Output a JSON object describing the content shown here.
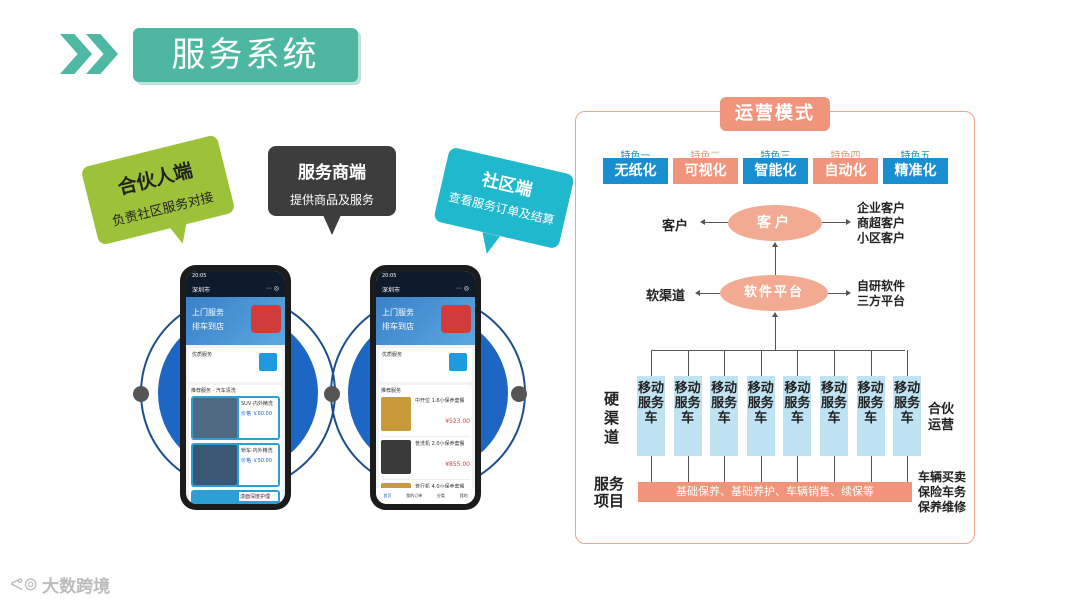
{
  "header": {
    "title": "服务系统"
  },
  "bubbles": {
    "partner": {
      "title": "合伙人端",
      "desc": "负责社区服务对接"
    },
    "merchant": {
      "title": "服务商端",
      "desc": "提供商品及服务"
    },
    "community": {
      "title": "社区端",
      "desc": "查看服务订单及结算"
    }
  },
  "phone_left": {
    "time": "20:05",
    "city": "深圳市",
    "banner_line1": "上门服务",
    "banner_line2": "排车到店",
    "section": "优质服务",
    "list_header": "推荐服务 · 汽车清洗",
    "items": [
      {
        "name": "SUV·内外精洗",
        "price": "价格 ￥60.00"
      },
      {
        "name": "轿车·内外精洗",
        "price": "价格 ￥50.00"
      },
      {
        "name": "漆面深度护理"
      }
    ]
  },
  "phone_right": {
    "time": "20:05",
    "city": "深圳市",
    "banner_line1": "上门服务",
    "banner_line2": "排车到店",
    "section": "优质服务",
    "list_header": "推荐服务",
    "items": [
      {
        "name": "中开位 1.6小保养套餐",
        "price": "¥523.00"
      },
      {
        "name": "普洗机 2.0小保养套餐",
        "price": "¥855.00"
      },
      {
        "name": "普行机 4.0小保养套餐"
      }
    ],
    "tabs": [
      "首页",
      "我的订单",
      "分类",
      "我的"
    ]
  },
  "ops": {
    "title": "运营模式",
    "features": [
      {
        "tag": "特色一",
        "name": "无纸化",
        "color": "#1a8fd0"
      },
      {
        "tag": "特色二",
        "name": "可视化",
        "color": "#f0957c"
      },
      {
        "tag": "特色三",
        "name": "智能化",
        "color": "#1a8fd0"
      },
      {
        "tag": "特色四",
        "name": "自动化",
        "color": "#f0957c"
      },
      {
        "tag": "特色五",
        "name": "精准化",
        "color": "#1a8fd0"
      }
    ],
    "customer_oval": "客户",
    "customer_left": "客户",
    "customer_right": [
      "企业客户",
      "商超客户",
      "小区客户"
    ],
    "platform_oval": "软件平台",
    "platform_left": "软渠道",
    "platform_right": [
      "自研软件",
      "三方平台"
    ],
    "hard_channel": "硬渠道",
    "car_label": "移动服务车",
    "car_count": 8,
    "partner_ops": "合伙运营",
    "service_items": "服务项目",
    "service_bar": "基础保养、基础养护、车辆销售、续保等",
    "service_right": [
      "车辆买卖",
      "保险车务",
      "保养维修"
    ]
  },
  "footer": {
    "brand": "大数跨境"
  }
}
